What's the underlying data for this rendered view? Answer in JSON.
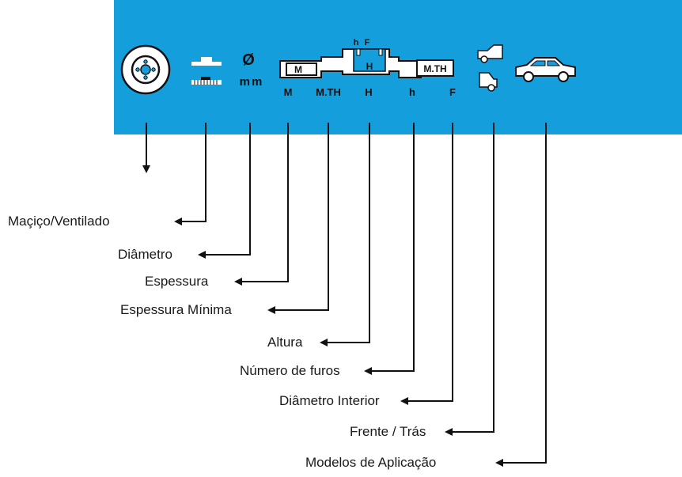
{
  "colors": {
    "banner": "#149fdc",
    "ink": "#111111",
    "white": "#ffffff"
  },
  "banner": {
    "diameter_symbol": "Ø",
    "diameter_unit": "mm",
    "profile_labels": {
      "m_left": "M",
      "mth_right": "M.TH",
      "h_center": "H",
      "h_small": "h",
      "f_small": "F"
    },
    "column_headers": [
      "M",
      "M.TH",
      "H",
      "h",
      "F"
    ],
    "icons": [
      "brake-disc-icon",
      "disc-type-icon",
      "diameter-icon",
      "disc-profile-icon",
      "front-car-icon",
      "rear-car-icon",
      "car-model-icon"
    ]
  },
  "legend": {
    "items": [
      "Maçiço/Ventilado",
      "Diâmetro",
      "Espessura",
      "Espessura Mínima",
      "Altura",
      "Número de furos",
      "Diâmetro Interior",
      "Frente / Trás",
      "Modelos de Aplicação"
    ]
  }
}
